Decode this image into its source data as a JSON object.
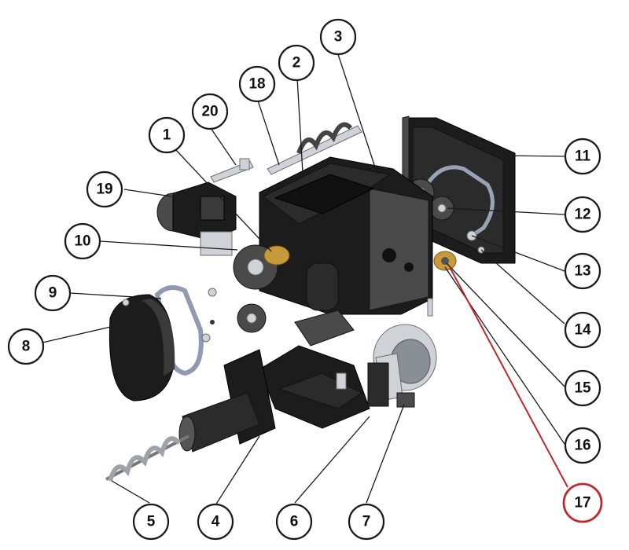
{
  "diagram": {
    "callouts": [
      {
        "id": "1",
        "label": "1"
      },
      {
        "id": "2",
        "label": "2"
      },
      {
        "id": "3",
        "label": "3"
      },
      {
        "id": "4",
        "label": "4"
      },
      {
        "id": "5",
        "label": "5"
      },
      {
        "id": "6",
        "label": "6"
      },
      {
        "id": "7",
        "label": "7"
      },
      {
        "id": "8",
        "label": "8"
      },
      {
        "id": "9",
        "label": "9"
      },
      {
        "id": "10",
        "label": "10"
      },
      {
        "id": "11",
        "label": "11"
      },
      {
        "id": "12",
        "label": "12"
      },
      {
        "id": "13",
        "label": "13"
      },
      {
        "id": "14",
        "label": "14"
      },
      {
        "id": "15",
        "label": "15"
      },
      {
        "id": "16",
        "label": "16"
      },
      {
        "id": "17",
        "label": "17"
      },
      {
        "id": "18",
        "label": "18"
      },
      {
        "id": "19",
        "label": "19"
      },
      {
        "id": "20",
        "label": "20"
      }
    ],
    "highlighted_callout": "17",
    "colors": {
      "highlight": "#c0272d",
      "outline": "#1a1a1a",
      "body": "#2b2b2b",
      "steel": "#cfd2d6",
      "brass": "#c79a3a"
    }
  }
}
